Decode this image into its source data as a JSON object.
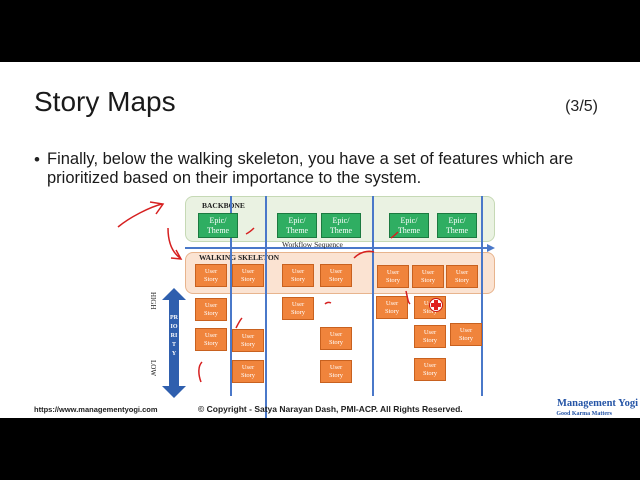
{
  "slide": {
    "title": "Story Maps",
    "counter": "(3/5)",
    "bullet": "Finally, below the walking skeleton, you have a set of features which are prioritized based on their importance to the system."
  },
  "map": {
    "backbone_label": "BACKBONE",
    "workflow_label": "Workflow Sequence",
    "skeleton_label": "WALKING SKELETON",
    "high_label": "HIGH",
    "low_label": "LOW",
    "priority_label": "PRIORITY",
    "epic_line1": "Epic/",
    "epic_line2": "Theme",
    "story_line1": "User",
    "story_line2": "Story",
    "colors": {
      "epic": "#2fae62",
      "story": "#f0843c",
      "lines": "#4a78c9",
      "priority_arrow": "#2f5fae"
    }
  },
  "footer": {
    "url": "https://www.managementyogi.com",
    "copyright": "© Copyright - Satya Narayan Dash, PMI-ACP. All Rights Reserved.",
    "logo_name": "Management Yogi",
    "logo_tagline": "Good Karma Matters"
  }
}
